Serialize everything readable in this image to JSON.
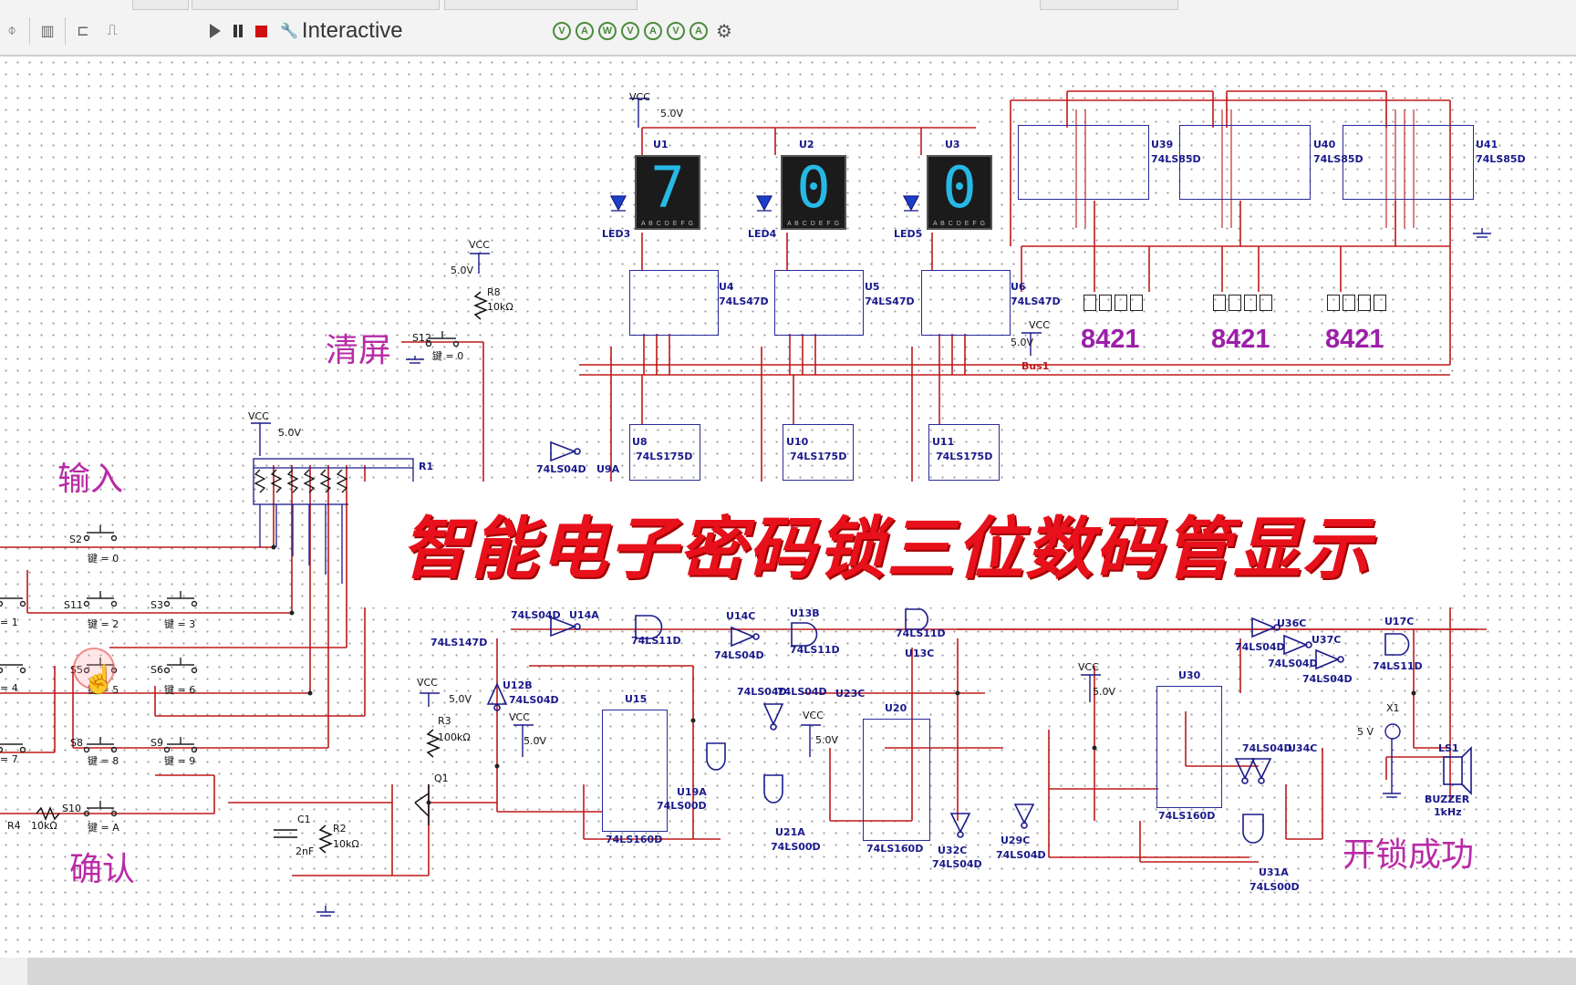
{
  "toolbar": {
    "sim_mode": "Interactive",
    "analysis_buttons": [
      "V",
      "A",
      "W",
      "V",
      "A",
      "V",
      "A"
    ]
  },
  "schematic": {
    "title_overlay": "智能电子密码锁三位数码管显示",
    "annotations": {
      "clear": "清屏",
      "input": "输入",
      "confirm": "确认",
      "unlock": "开锁成功"
    },
    "displays": [
      {
        "ref": "U1",
        "digit": "7",
        "led": "LED3",
        "decoder": "U4",
        "decoder_part": "74LS47D",
        "latch": "U8"
      },
      {
        "ref": "U2",
        "digit": "0",
        "led": "LED4",
        "decoder": "U5",
        "decoder_part": "74LS47D",
        "latch": "U10"
      },
      {
        "ref": "U3",
        "digit": "0",
        "led": "LED5",
        "decoder": "U6",
        "decoder_part": "74LS47D",
        "latch": "U11"
      }
    ],
    "segment_pins": "A B C D E F G",
    "latch_part": "74LS175D",
    "comparators": [
      {
        "ref": "U39",
        "part": "74LS85D"
      },
      {
        "ref": "U40",
        "part": "74LS85D"
      },
      {
        "ref": "U41",
        "part": "74LS85D"
      }
    ],
    "code_labels": [
      "8421",
      "8421",
      "8421"
    ],
    "vcc": "VCC",
    "volt": "5.0V",
    "bus": "Bus1",
    "switches": [
      {
        "ref": "S12",
        "key": "键 = 0"
      },
      {
        "ref": "S2",
        "key": "键 = 0"
      },
      {
        "ref": "S11",
        "key": "键 = 2"
      },
      {
        "ref": "S3",
        "key": "键 = 3"
      },
      {
        "ref": "S5",
        "key": "键 = 5"
      },
      {
        "ref": "S6",
        "key": "键 = 6"
      },
      {
        "ref": "S8",
        "key": "键 = 8"
      },
      {
        "ref": "S9",
        "key": "键 = 9"
      },
      {
        "ref": "S10",
        "key": "键 = A"
      }
    ],
    "partial_keys": [
      "= 1",
      "= 4",
      "= 7"
    ],
    "components": {
      "r8": "R8",
      "r8_val": "10kΩ",
      "r1": "R1",
      "r3": "R3",
      "r3_val": "100kΩ",
      "r2": "R2",
      "r2_val": "10kΩ",
      "r4": "R4",
      "r4_val": "10kΩ",
      "c1": "C1",
      "c1_val": "2nF",
      "q1": "Q1",
      "encoder": "74LS147D",
      "x1": "X1",
      "x1_val": "5 V",
      "buzzer_ref": "LS1",
      "buzzer": "BUZZER",
      "buzzer_freq": "1kHz"
    },
    "gates": {
      "u9a": "U9A",
      "u9a_part": "74LS04D",
      "u14a": "U14A",
      "u14a_part": "74LS04D",
      "u13b": "U13B",
      "u13b_part": "74LS11D",
      "u14c": "U14C",
      "u14c_part": "74LS04D",
      "u13c": "U13C",
      "u13c_part": "74LS11D",
      "u12b": "U12B",
      "u12b_part": "74LS04D",
      "u19a": "U19A",
      "u19a_part": "74LS00D",
      "u21a": "U21A",
      "u21a_part": "74LS00D",
      "u32c": "U32C",
      "u32c_part": "74LS04D",
      "u29c": "U29C",
      "u29c_part": "74LS04D",
      "u36c": "U36C",
      "u36c_part": "74LS04D",
      "u37c": "U37C",
      "u37c_part": "74LS04D",
      "u17c": "U17C",
      "u17c_part": "74LS11D",
      "u31a": "U31A",
      "u31a_part": "74LS00D",
      "u23c": "U23C",
      "u34c": "U34C",
      "extra_part": "74LS04D",
      "misc_part": "74LS11D"
    },
    "counters": [
      {
        "ref": "U15",
        "part": "74LS160D"
      },
      {
        "ref": "U20",
        "part": "74LS160D"
      },
      {
        "ref": "U30",
        "part": "74LS160D"
      }
    ]
  }
}
